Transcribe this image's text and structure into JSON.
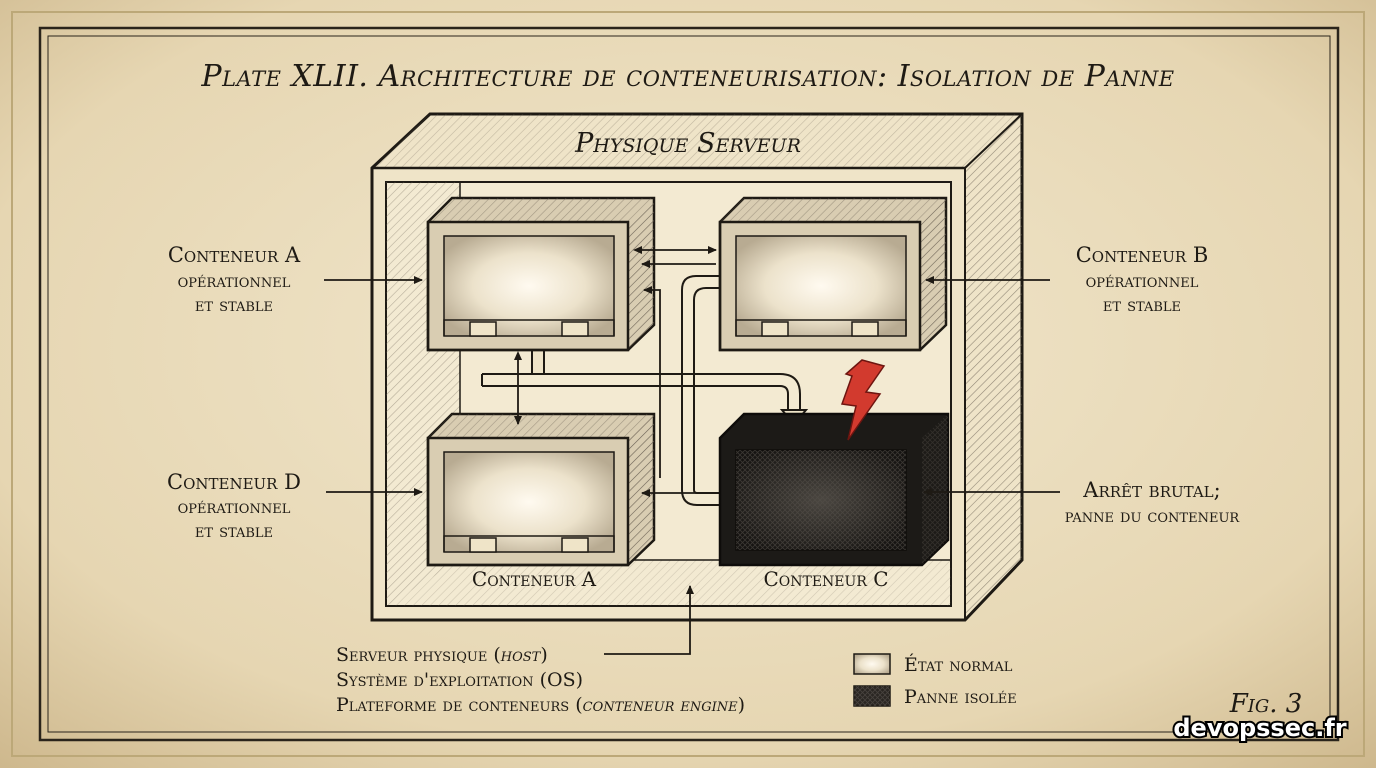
{
  "title": "Plate XLII. Architecture de conteneurisation: Isolation de Panne",
  "server_label": "Physique Serveur",
  "callouts": {
    "a": [
      "Conteneur A",
      "opérationnel",
      "et stable"
    ],
    "b": [
      "Conteneur B",
      "opérationnel",
      "et stable"
    ],
    "d": [
      "Conteneur D",
      "opérationnel",
      "et stable"
    ],
    "c": [
      "Arrêt brutal;",
      "panne du conteneur"
    ]
  },
  "floor_labels": {
    "left": "Conteneur A",
    "right": "Conteneur C"
  },
  "layers": {
    "line1": "Serveur physique (",
    "line1_em": "host",
    "line1_end": ")",
    "line2": "Système d'exploitation (OS)",
    "line3": "Plateforme de conteneurs (",
    "line3_em": "conteneur engine",
    "line3_end": ")"
  },
  "legend": {
    "normal": "État normal",
    "failure": "Panne isolée"
  },
  "fig": "Fig. 3",
  "watermark": "devopssec.fr",
  "colors": {
    "paper": "#e9dcbd",
    "ink": "#1e1a14",
    "failure_box": "#1c1a17",
    "lightning": "#d23a2e"
  }
}
